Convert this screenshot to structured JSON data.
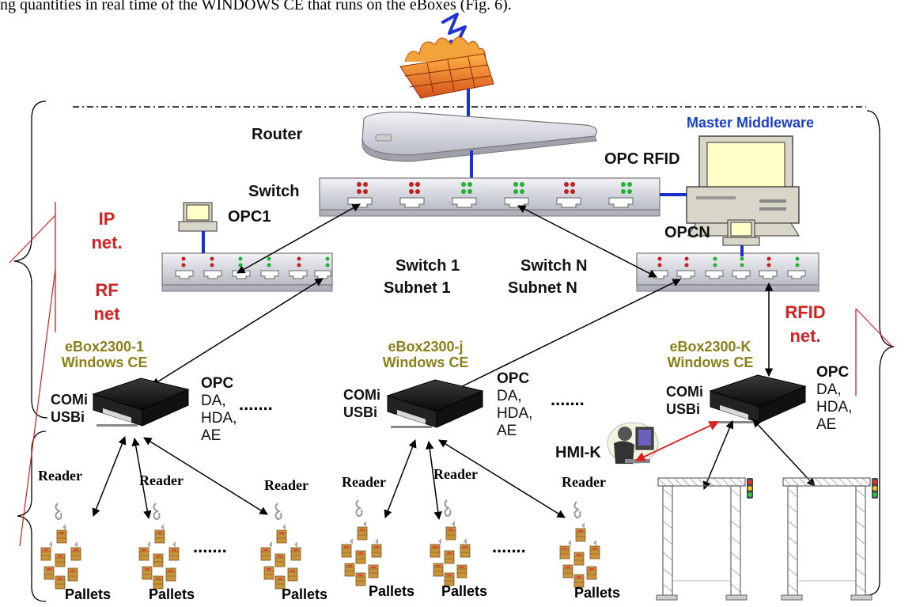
{
  "caption": "ng quantities in real time of the WINDOWS CE           that runs on the eBoxes (Fig. 6).",
  "labels": {
    "router": "Router",
    "switch": "Switch",
    "master_middleware": "Master Middleware",
    "opc_rfid": "OPC RFID",
    "opc1": "OPC1",
    "opcn": "OPCN",
    "switch1": "Switch 1",
    "subnet1": "Subnet 1",
    "switchn": "Switch N",
    "subnetn": "Subnet N",
    "ip": "IP",
    "ip_net": "net.",
    "rf": "RF",
    "rf_net": "net",
    "rfid": "RFID",
    "rfid_net": "net.",
    "hmi": "HMI-K",
    "pallets": "Pallets",
    "reader": "Reader",
    "dots": "......."
  },
  "eboxes": [
    {
      "name": "eBox2300-1",
      "os": "Windows CE",
      "com": "COMi",
      "usb": "USBi",
      "opc": "OPC",
      "da": "DA,",
      "hda": "HDA,",
      "ae": "AE"
    },
    {
      "name": "eBox2300-j",
      "os": "Windows CE",
      "com": "COMi",
      "usb": "USBi",
      "opc": "OPC",
      "da": "DA,",
      "hda": "HDA,",
      "ae": "AE"
    },
    {
      "name": "eBox2300-K",
      "os": "Windows CE",
      "com": "COMi",
      "usb": "USBi",
      "opc": "OPC",
      "da": "DA,",
      "hda": "HDA,",
      "ae": "AE"
    }
  ],
  "colors": {
    "blue_link": "#1a2fd0",
    "red_text": "#d22222",
    "olive_text": "#8b7f1a",
    "title_blue": "#1a3fd0",
    "red_link": "#e02020",
    "firewall": "#e8731e"
  }
}
